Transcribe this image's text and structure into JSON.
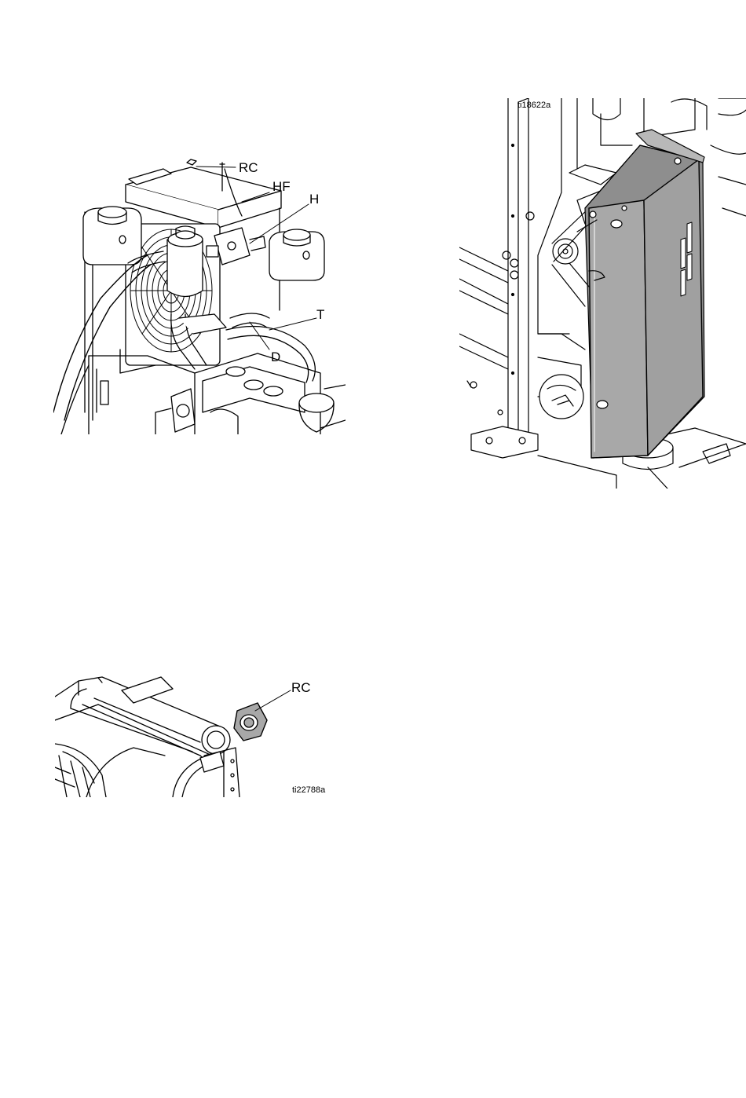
{
  "figures": [
    {
      "id_label": "",
      "callouts": [
        "RC",
        "HF",
        "H",
        "T",
        "D"
      ]
    },
    {
      "id_label": "ti18622a",
      "callouts": []
    },
    {
      "id_label": "ti22788a",
      "callouts": [
        "RC"
      ]
    }
  ],
  "colors": {
    "line": "#000000",
    "shield_fill": "#a8a8a8",
    "shield_shade": "#8e8e8e",
    "paper": "#ffffff"
  }
}
